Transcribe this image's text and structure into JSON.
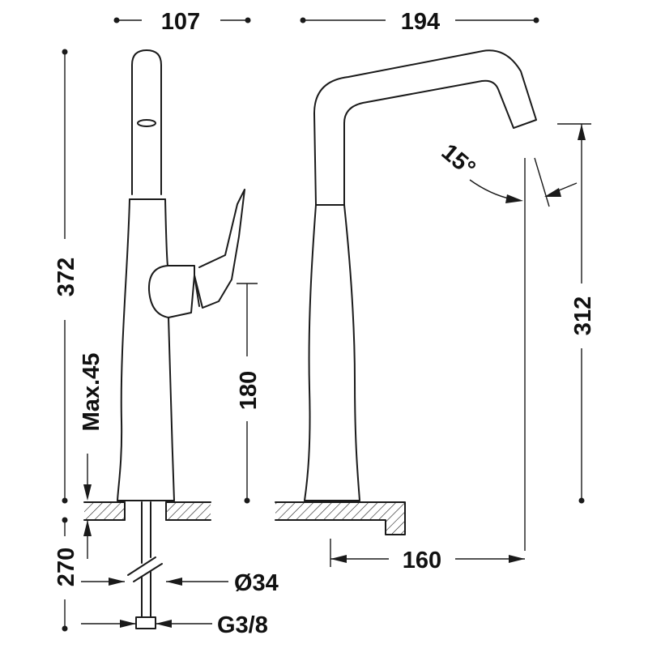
{
  "dimensions": {
    "body_depth": "107",
    "spout_reach": "194",
    "total_height": "372",
    "max_deck": "Max.45",
    "handle_height": "180",
    "spout_height": "312",
    "swivel_angle": "15°",
    "spout_projection": "160",
    "hose_length": "270",
    "hole_diameter": "Ø34",
    "connection": "G3/8"
  }
}
